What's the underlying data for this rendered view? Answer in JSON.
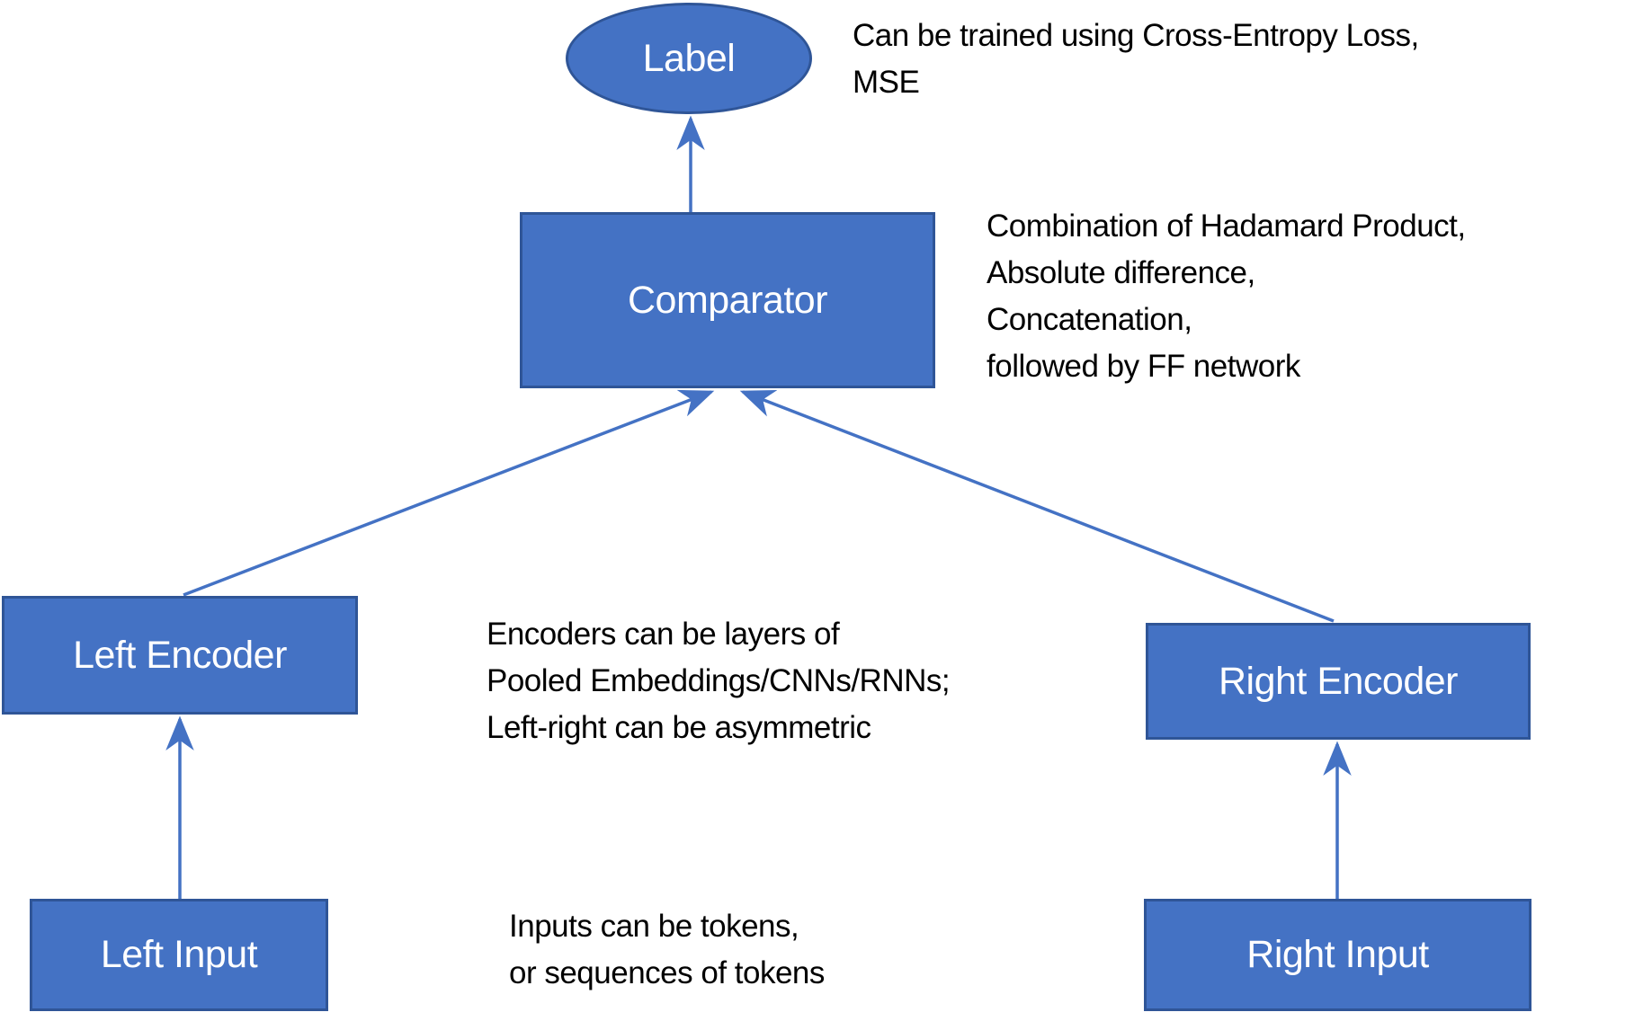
{
  "diagram": {
    "nodes": {
      "label": {
        "text": "Label",
        "shape": "ellipse"
      },
      "comparator": {
        "text": "Comparator",
        "shape": "rect"
      },
      "left_encoder": {
        "text": "Left Encoder",
        "shape": "rect"
      },
      "right_encoder": {
        "text": "Right Encoder",
        "shape": "rect"
      },
      "left_input": {
        "text": "Left Input",
        "shape": "rect"
      },
      "right_input": {
        "text": "Right Input",
        "shape": "rect"
      }
    },
    "edges": [
      {
        "from": "left_input",
        "to": "left_encoder"
      },
      {
        "from": "right_input",
        "to": "right_encoder"
      },
      {
        "from": "left_encoder",
        "to": "comparator"
      },
      {
        "from": "right_encoder",
        "to": "comparator"
      },
      {
        "from": "comparator",
        "to": "label"
      }
    ],
    "annotations": {
      "label_note": {
        "lines": {
          "0": "Can be trained using Cross-Entropy Loss,",
          "1": "MSE"
        }
      },
      "comparator_note": {
        "lines": {
          "0": "Combination of Hadamard Product,",
          "1": "Absolute difference,",
          "2": "Concatenation,",
          "3": "followed by FF network"
        }
      },
      "encoder_note": {
        "lines": {
          "0": "Encoders can be layers of",
          "1": "Pooled Embeddings/CNNs/RNNs;",
          "2": "Left-right can be asymmetric"
        }
      },
      "input_note": {
        "lines": {
          "0": "Inputs can be tokens,",
          "1": "or sequences of tokens"
        }
      }
    },
    "colors": {
      "node_fill": "#4472C4",
      "node_border": "#2F5597",
      "node_text": "#FFFFFF",
      "arrow": "#4472C4",
      "annotation_text": "#000000",
      "background": "#FFFFFF"
    }
  }
}
